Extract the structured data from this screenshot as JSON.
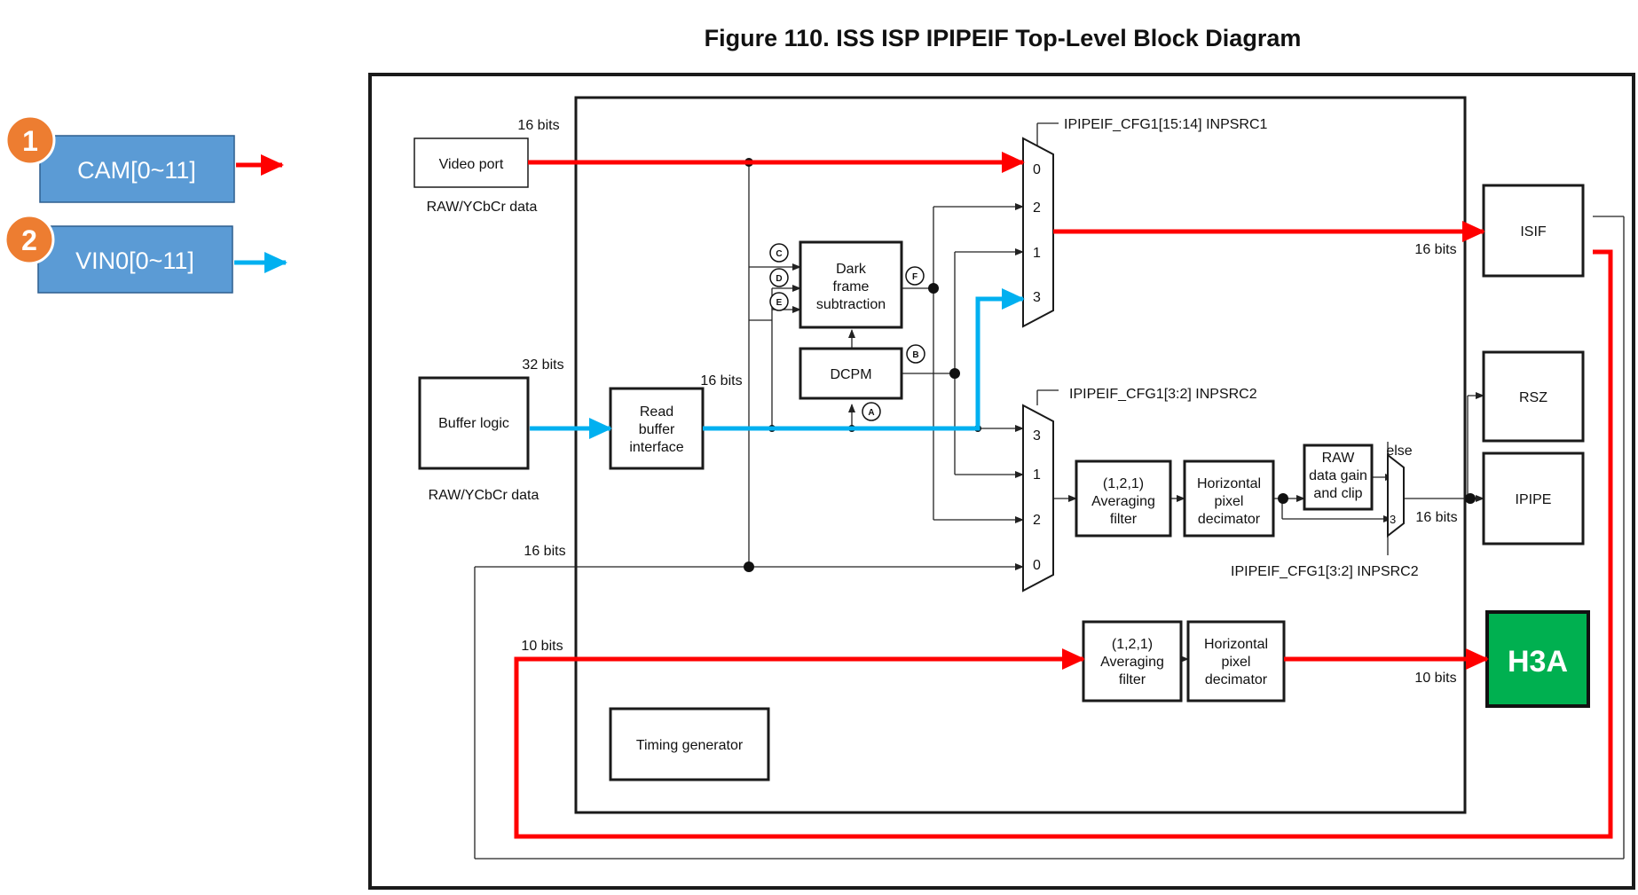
{
  "title": "Figure 110. ISS ISP IPIPEIF Top-Level Block Diagram",
  "legend": [
    {
      "badge": "1",
      "label": "CAM[0~11]",
      "arrow_color": "#ff0000"
    },
    {
      "badge": "2",
      "label": "VIN0[0~11]",
      "arrow_color": "#00b0f0"
    }
  ],
  "colors": {
    "cam_path": "#ff0000",
    "vin_path": "#00b0f0",
    "legend_box": "#5b9bd5",
    "badge": "#ed7d31",
    "h3a": "#00b050"
  },
  "blocks": {
    "video_port": "Video port",
    "buffer_logic": "Buffer logic",
    "read_buffer": [
      "Read",
      "buffer",
      "interface"
    ],
    "dark_frame": [
      "Dark",
      "frame",
      "subtraction"
    ],
    "dcpm": "DCPM",
    "avg_filter_1": [
      "(1,2,1)",
      "Averaging",
      "filter"
    ],
    "hpd_1": [
      "Horizontal",
      "pixel",
      "decimator"
    ],
    "raw_gain": [
      "RAW",
      "data gain",
      "and clip"
    ],
    "avg_filter_2": [
      "(1,2,1)",
      "Averaging",
      "filter"
    ],
    "hpd_2": [
      "Horizontal",
      "pixel",
      "decimator"
    ],
    "timing_gen": "Timing generator",
    "isif": "ISIF",
    "rsz": "RSZ",
    "ipipe": "IPIPE",
    "h3a": "H3A"
  },
  "labels": {
    "video_bits": "16 bits",
    "video_data": "RAW/YCbCr data",
    "buffer_bits": "32 bits",
    "buffer_data": "RAW/YCbCr data",
    "read_bits": "16 bits",
    "lower_bits": "16 bits",
    "ten_bits_left": "10 bits",
    "isif_bits": "16 bits",
    "ipipe_bits": "16 bits",
    "h3a_bits": "10 bits",
    "mux1_sel": "IPIPEIF_CFG1[15:14] INPSRC1",
    "mux2_sel": "IPIPEIF_CFG1[3:2] INPSRC2",
    "mux3_sel": "IPIPEIF_CFG1[3:2] INPSRC2",
    "else": "else",
    "mux3_in": "3"
  },
  "mux1_inputs": [
    "0",
    "2",
    "1",
    "3"
  ],
  "mux2_inputs": [
    "3",
    "1",
    "2",
    "0"
  ],
  "markers": [
    "C",
    "D",
    "E",
    "F",
    "B",
    "A"
  ]
}
